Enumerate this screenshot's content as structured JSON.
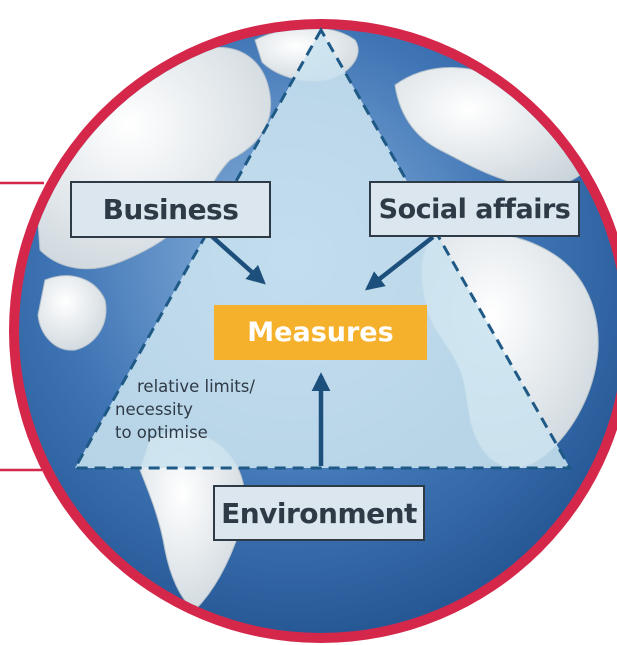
{
  "diagram": {
    "nodes": {
      "business": "Business",
      "social_affairs": "Social affairs",
      "environment": "Environment",
      "measures": "Measures"
    },
    "note_lines": [
      "relative limits/",
      "necessity",
      "to optimise"
    ],
    "edges": [
      {
        "from": "business",
        "to": "measures"
      },
      {
        "from": "social_affairs",
        "to": "measures"
      },
      {
        "from": "environment",
        "to": "measures"
      }
    ]
  },
  "colors": {
    "globe_ring": "#d4274a",
    "ocean": "#3e73b4",
    "land": "#e4eaee",
    "triangle_fill": "#c9e2ef",
    "triangle_border": "#1f5a87",
    "arrow": "#1d4f7c",
    "label_bg": "#dbe6ee",
    "label_border": "#2e3a46",
    "measures_bg": "#f5b12c",
    "text_dark": "#2e3a46"
  },
  "icons": [
    "globe-icon"
  ]
}
